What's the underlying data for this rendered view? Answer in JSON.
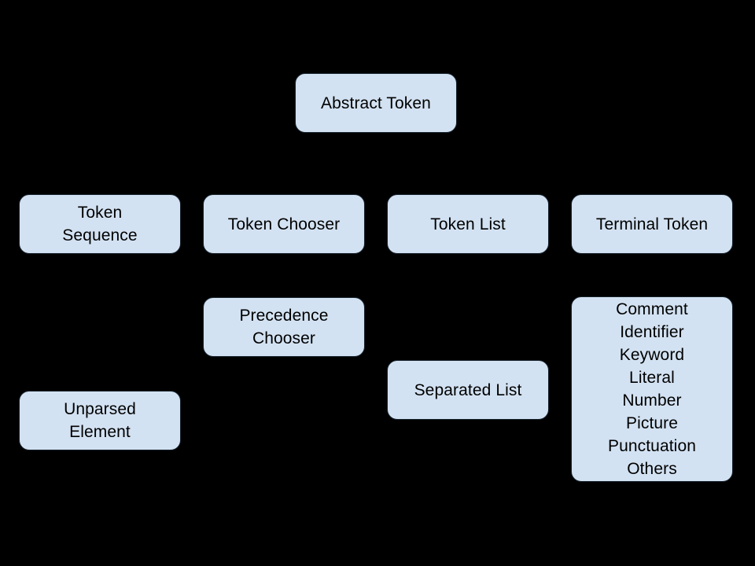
{
  "diagram": {
    "background_color": "#000000",
    "node_fill_color": "#d3e2f2",
    "node_border_color": "#15212b",
    "connector_color": "#000000",
    "text_color": "#000000",
    "nodes": {
      "abstract_token": {
        "label": "Abstract Token"
      },
      "token_sequence": {
        "label": "Token\nSequence"
      },
      "token_chooser": {
        "label": "Token Chooser"
      },
      "token_list": {
        "label": "Token List"
      },
      "terminal_token": {
        "label": "Terminal Token"
      },
      "precedence_chooser": {
        "label": "Precedence\nChooser"
      },
      "separated_list": {
        "label": "Separated List"
      },
      "unparsed_element": {
        "label": "Unparsed\nElement"
      },
      "token_types": {
        "items": [
          "Comment",
          "Identifier",
          "Keyword",
          "Literal",
          "Number",
          "Picture",
          "Punctuation",
          "Others"
        ]
      }
    }
  }
}
